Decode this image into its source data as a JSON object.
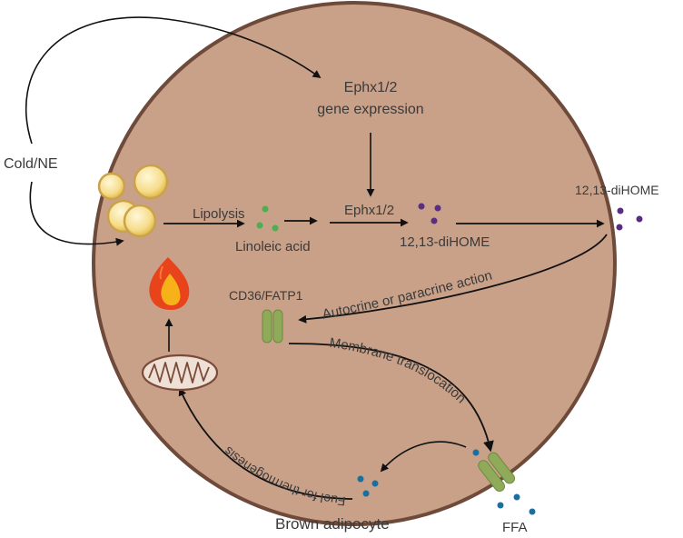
{
  "labels": {
    "cold_ne": "Cold/NE",
    "ephx_gene_line1": "Ephx1/2",
    "ephx_gene_line2": "gene expression",
    "lipolysis": "Lipolysis",
    "linoleic_acid": "Linoleic acid",
    "ephx_enzyme": "Ephx1/2",
    "diHOME_inside": "12,13-diHOME",
    "diHOME_outside": "12,13-diHOME",
    "cd36_fatp1": "CD36/FATP1",
    "autocrine": "Autocrine or paracrine action",
    "membrane_translocation": "Membrane translocation",
    "fuel_thermogenesis": "Fuel for thermogenesis",
    "cell_name": "Brown adipocyte",
    "ffa": "FFA"
  },
  "colors": {
    "cell_fill": "#c9a088",
    "cell_border": "#6e4a3a",
    "lipid_droplet": "#f6dc8a",
    "linoleic_dot": "#4caf50",
    "dihome_dot": "#5b2d82",
    "ffa_dot": "#1a6fa1",
    "transporter": "#8faa58",
    "flame": "#e8431a",
    "mitochondrion": "#efe0d6"
  },
  "icons": [
    "lipid-droplet-icon",
    "flame-icon",
    "mitochondrion-icon",
    "transporter-icon"
  ]
}
